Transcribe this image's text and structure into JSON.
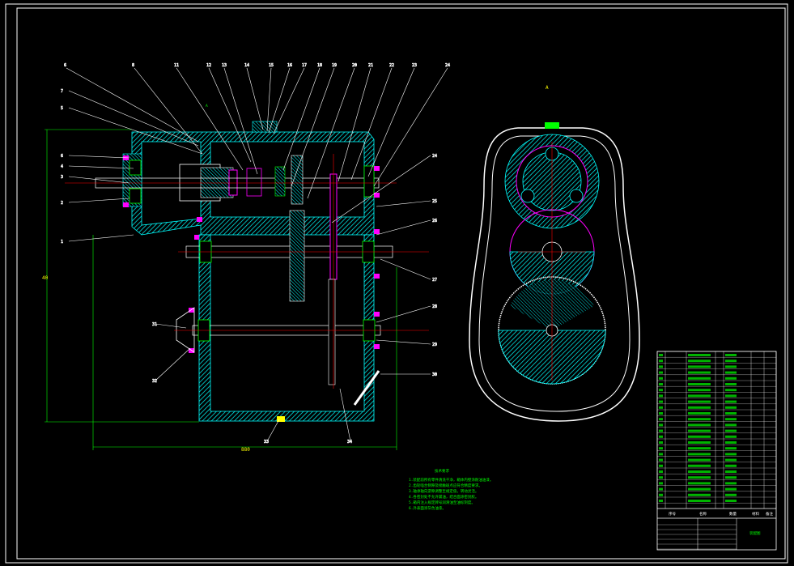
{
  "drawing": {
    "colors": {
      "background": "#000000",
      "frame": "#ffffff",
      "housing_hatch": "#00ffff",
      "center_line": "#ff0000",
      "dimension": "#00ff00",
      "gear_highlight": "#ff00ff",
      "leader": "#ffffff"
    },
    "balloons_top": [
      "6",
      "8",
      "11",
      "12",
      "13",
      "14",
      "15",
      "16",
      "17",
      "18",
      "19",
      "20",
      "21",
      "22",
      "23"
    ],
    "balloons_left": [
      "7",
      "5",
      "6",
      "4",
      "3",
      "2",
      "1"
    ],
    "balloons_right": [
      "24",
      "25",
      "26",
      "27",
      "28",
      "29",
      "30"
    ],
    "balloons_bottom": [
      "31",
      "32",
      "33",
      "34"
    ],
    "label_A": "A",
    "view_label_A": "A",
    "dim_width": "880",
    "dim_height": "40",
    "tech_req_title": "技术要求",
    "tech_req_lines": [
      "1.装配前所有零件清洗干净，箱体内壁涂耐油油漆。",
      "2.齿轮啮合侧隙及接触斑点应符合精度要求。",
      "3.轴承轴向游隙调整至规定值，转动灵活。",
      "4.各密封处不允许漏油，结合面涂密封胶。",
      "5.箱内注入规定牌号润滑油至油标刻度。",
      "6.外表面涂灰色油漆。"
    ],
    "title_block": {
      "header": [
        "序号",
        "名称",
        "数量",
        "材料",
        "备注"
      ],
      "title": "装配图"
    }
  }
}
